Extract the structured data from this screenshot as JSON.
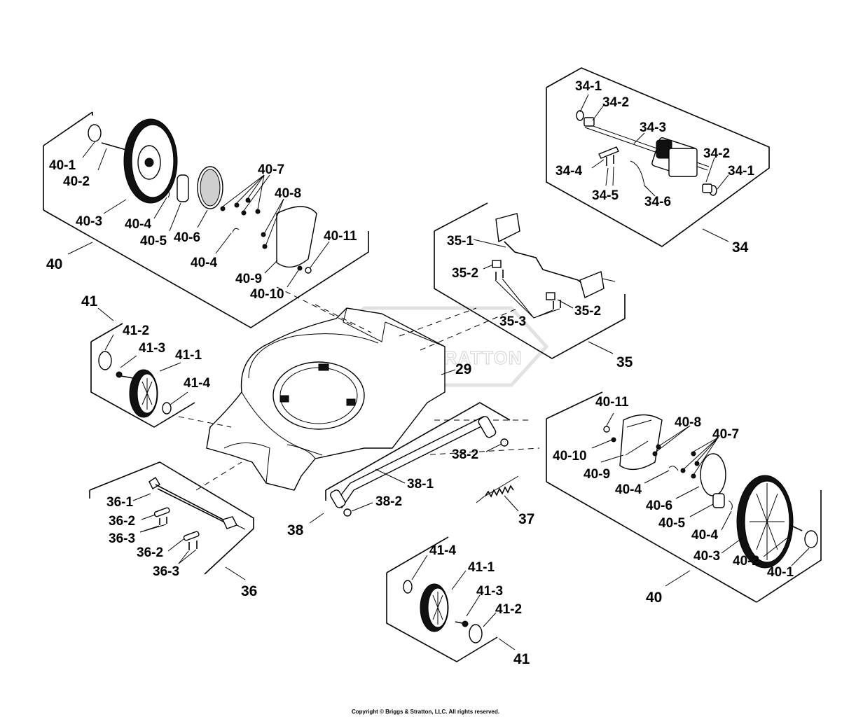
{
  "copyright": "Copyright © Briggs & Stratton, LLC. All rights reserved.",
  "watermark": "BRIGGS&STRATTON",
  "groups": {
    "g34": "34",
    "g35": "35",
    "g40a": "40",
    "g40b": "40",
    "g41a": "41",
    "g41b": "41",
    "g36": "36",
    "g38": "38",
    "g37": "37",
    "g29": "29"
  },
  "labels": {
    "l34_1a": "34-1",
    "l34_2a": "34-2",
    "l34_3": "34-3",
    "l34_2b": "34-2",
    "l34_4": "34-4",
    "l34_1b": "34-1",
    "l34_5": "34-5",
    "l34_6": "34-6",
    "l35_1": "35-1",
    "l35_2a": "35-2",
    "l35_2b": "35-2",
    "l35_3": "35-3",
    "l40a_1": "40-1",
    "l40a_2": "40-2",
    "l40a_3": "40-3",
    "l40a_4a": "40-4",
    "l40a_5": "40-5",
    "l40a_6": "40-6",
    "l40a_7": "40-7",
    "l40a_8": "40-8",
    "l40a_4b": "40-4",
    "l40a_11": "40-11",
    "l40a_9": "40-9",
    "l40a_10": "40-10",
    "l41a_2": "41-2",
    "l41a_3": "41-3",
    "l41a_1": "41-1",
    "l41a_4": "41-4",
    "l40b_11": "40-11",
    "l40b_8": "40-8",
    "l40b_7": "40-7",
    "l40b_10": "40-10",
    "l40b_9": "40-9",
    "l40b_4a": "40-4",
    "l40b_6": "40-6",
    "l40b_5": "40-5",
    "l40b_4b": "40-4",
    "l40b_3": "40-3",
    "l40b_2": "40-2",
    "l40b_1": "40-1",
    "l38_2a": "38-2",
    "l38_1": "38-1",
    "l38_2b": "38-2",
    "l36_1": "36-1",
    "l36_2a": "36-2",
    "l36_3a": "36-3",
    "l36_2b": "36-2",
    "l36_3b": "36-3",
    "l41b_4": "41-4",
    "l41b_1": "41-1",
    "l41b_3": "41-3",
    "l41b_2": "41-2"
  }
}
